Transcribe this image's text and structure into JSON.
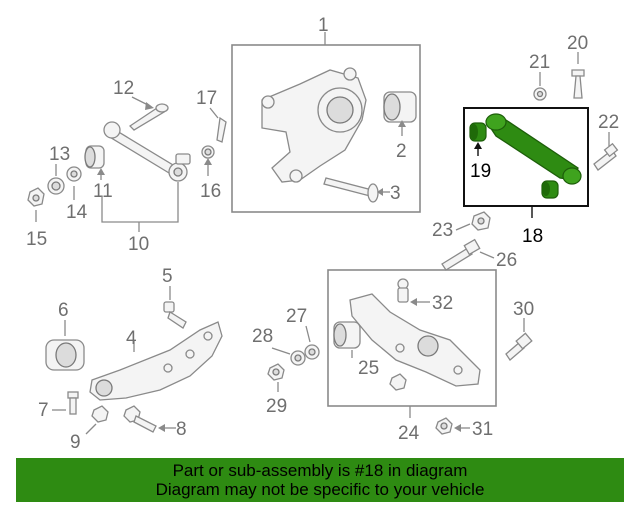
{
  "callouts": {
    "c1": "1",
    "c2": "2",
    "c3": "3",
    "c4": "4",
    "c5": "5",
    "c6": "6",
    "c7": "7",
    "c8": "8",
    "c9": "9",
    "c10": "10",
    "c11": "11",
    "c12": "12",
    "c13": "13",
    "c14": "14",
    "c15": "15",
    "c16": "16",
    "c17": "17",
    "c18": "18",
    "c19": "19",
    "c20": "20",
    "c21": "21",
    "c22": "22",
    "c23": "23",
    "c24": "24",
    "c25": "25",
    "c26": "26",
    "c27": "27",
    "c28": "28",
    "c29": "29",
    "c30": "30",
    "c31": "31",
    "c32": "32"
  },
  "highlight_color": "#2e8b12",
  "banner": {
    "line1": "Part or sub-assembly is #18 in diagram",
    "line2": "Diagram may not be specific to your vehicle"
  }
}
